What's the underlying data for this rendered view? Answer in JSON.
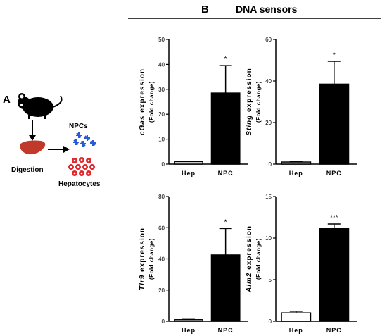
{
  "panels": {
    "a_label": "A",
    "b_label": "B",
    "b_title": "DNA sensors"
  },
  "schematic": {
    "npcs_label": "NPCs",
    "digestion_label": "Digestion",
    "hepatocytes_label": "Hepatocytes",
    "colors": {
      "liver": "#c0392b",
      "npc": "#2a5bd7",
      "hepatocyte": "#e3262b",
      "mouse": "#000000"
    }
  },
  "chart_data": [
    {
      "type": "bar",
      "gene": "cGas",
      "ylabel_suffix": " expression",
      "ylabel_sub": "(Fold change)",
      "categories": [
        "Hep",
        "NPC"
      ],
      "values": [
        1,
        28.5
      ],
      "errors": [
        0.2,
        11
      ],
      "significance": [
        "",
        "*"
      ],
      "ylim": [
        0,
        50
      ],
      "yticks": [
        0,
        10,
        20,
        30,
        40,
        50
      ],
      "bar_colors": [
        "#ffffff",
        "#000000"
      ]
    },
    {
      "type": "bar",
      "gene": "Sting",
      "ylabel_suffix": " expression",
      "ylabel_sub": "(Fold change)",
      "categories": [
        "Hep",
        "NPC"
      ],
      "values": [
        1,
        38.5
      ],
      "errors": [
        0.3,
        11
      ],
      "significance": [
        "",
        "*"
      ],
      "ylim": [
        0,
        60
      ],
      "yticks": [
        0,
        20,
        40,
        60
      ],
      "bar_colors": [
        "#ffffff",
        "#000000"
      ]
    },
    {
      "type": "bar",
      "gene": "Tlr9",
      "ylabel_suffix": " expression",
      "ylabel_sub": "(Fold change)",
      "categories": [
        "Hep",
        "NPC"
      ],
      "values": [
        1,
        42.5
      ],
      "errors": [
        0.2,
        17
      ],
      "significance": [
        "",
        "*"
      ],
      "ylim": [
        0,
        80
      ],
      "yticks": [
        0,
        20,
        40,
        60,
        80
      ],
      "bar_colors": [
        "#ffffff",
        "#000000"
      ]
    },
    {
      "type": "bar",
      "gene": "Aim2",
      "ylabel_suffix": " expression",
      "ylabel_sub": "(Fold change)",
      "categories": [
        "Hep",
        "NPC"
      ],
      "values": [
        1,
        11.2
      ],
      "errors": [
        0.2,
        0.5
      ],
      "significance": [
        "",
        "***"
      ],
      "ylim": [
        0,
        15
      ],
      "yticks": [
        0,
        5,
        10,
        15
      ],
      "bar_colors": [
        "#ffffff",
        "#000000"
      ]
    }
  ]
}
